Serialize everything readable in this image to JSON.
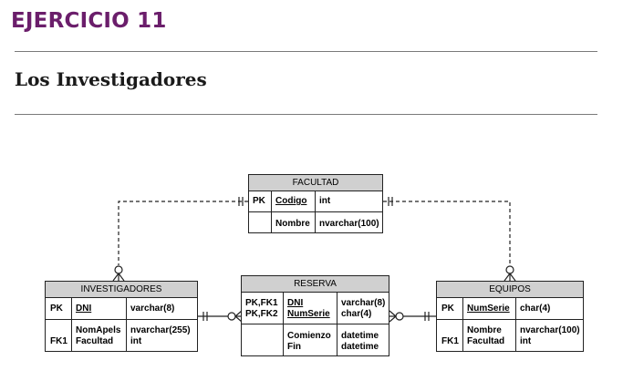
{
  "header": {
    "title": "EJERCICIO 11",
    "subtitle": "Los Investigadores"
  },
  "entities": {
    "facultad": {
      "name": "FACULTAD",
      "pk_key_label": "PK",
      "pk_attr": "Codigo",
      "pk_type": "int",
      "attrs": "Nombre",
      "types": "nvarchar(100)"
    },
    "investigadores": {
      "name": "INVESTIGADORES",
      "pk_key_label": "PK",
      "pk_attr": "DNI",
      "pk_type": "varchar(8)",
      "fk_key_label": "FK1",
      "attr1": "NomApels",
      "attr2": "Facultad",
      "type1": "nvarchar(255)",
      "type2": "int"
    },
    "reserva": {
      "name": "RESERVA",
      "key1": "PK,FK1",
      "key2": "PK,FK2",
      "pk_attr1": "DNI",
      "pk_attr2": "NumSerie",
      "pk_type1": "varchar(8)",
      "pk_type2": "char(4)",
      "attr1": "Comienzo",
      "attr2": "Fin",
      "type1": "datetime",
      "type2": "datetime"
    },
    "equipos": {
      "name": "EQUIPOS",
      "pk_key_label": "PK",
      "pk_attr": "NumSerie",
      "pk_type": "char(4)",
      "fk_key_label": "FK1",
      "attr1": "Nombre",
      "attr2": "Facultad",
      "type1": "nvarchar(100)",
      "type2": "int"
    }
  },
  "relationships": [
    {
      "from": "FACULTAD",
      "to": "INVESTIGADORES",
      "style": "dashed",
      "from_end": "one-and-only-one",
      "to_end": "zero-or-many"
    },
    {
      "from": "FACULTAD",
      "to": "EQUIPOS",
      "style": "dashed",
      "from_end": "one-and-only-one",
      "to_end": "zero-or-many"
    },
    {
      "from": "INVESTIGADORES",
      "to": "RESERVA",
      "style": "solid",
      "from_end": "one-and-only-one",
      "to_end": "zero-or-many"
    },
    {
      "from": "EQUIPOS",
      "to": "RESERVA",
      "style": "solid",
      "from_end": "one-and-only-one",
      "to_end": "zero-or-many"
    }
  ],
  "colors": {
    "title": "#6b1e6b",
    "entity_header": "#d0d0d0",
    "line": "#222222"
  }
}
